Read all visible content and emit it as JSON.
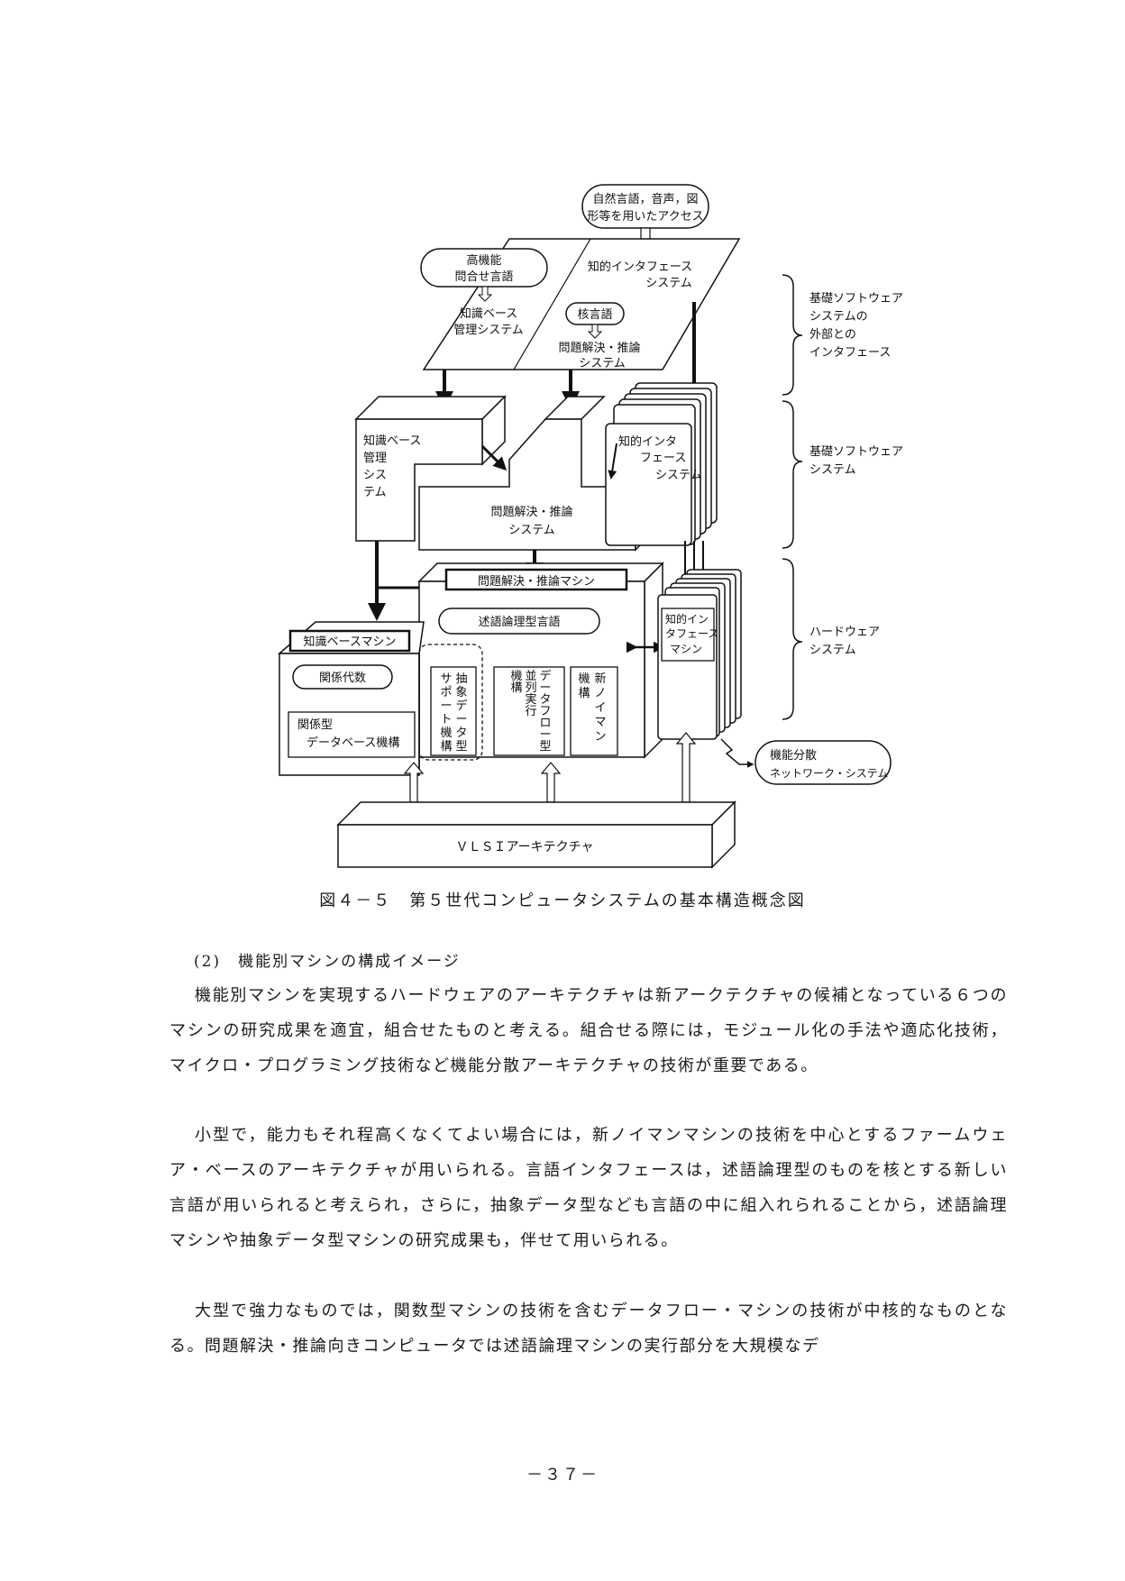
{
  "figure": {
    "access_bubble_l1": "自然言語，音声，図",
    "access_bubble_l2": "形等を用いたアクセス",
    "query_lang_l1": "高機能",
    "query_lang_l2": "問合せ言語",
    "intelligent_if_l1": "知的インタフェース",
    "intelligent_if_l2": "システム",
    "kb_mgmt_l1": "知識ベース",
    "kb_mgmt_l2": "管理システム",
    "kernel_lang": "核言語",
    "ps_inference_l1": "問題解決・推論",
    "ps_inference_l2": "システム",
    "kb_block_l1": "知識ベース",
    "kb_block_l2": "管理",
    "kb_block_l3": "シス",
    "kb_block_l4": "テム",
    "ps_block_l1": "問題解決・推論",
    "ps_block_l2": "システム",
    "ii_block_l1": "知的インタ",
    "ii_block_l2": "フェース",
    "ii_block_l3": "システム",
    "ps_machine": "問題解決・推論マシン",
    "pred_logic_lang": "述語論理型言語",
    "kb_machine": "知識ベースマシン",
    "relational_algebra": "関係代数",
    "rdb_l1": "関係型",
    "rdb_l2": "データベース機構",
    "abstract_dt": [
      "抽象データ型",
      "サポート機構"
    ],
    "dataflow": [
      "データフロー型",
      "並列実行",
      "機構"
    ],
    "neumann": [
      "新ノイマン",
      "機構"
    ],
    "ii_machine_l1": "知的イン",
    "ii_machine_l2": "タフェース",
    "ii_machine_l3": "マシン",
    "dist_l1": "機能分散",
    "dist_l2": "ネットワーク・システム",
    "vlsi": "ＶＬＳＩアーキテクチャ",
    "brace1": [
      "基礎ソフトウェア",
      "システムの",
      "外部との",
      "インタフェース"
    ],
    "brace2": [
      "基礎ソフトウェア",
      "システム"
    ],
    "brace3": [
      "ハードウェア",
      "システム"
    ]
  },
  "caption": "図４－５　第５世代コンピュータシステムの基本構造概念図",
  "section": {
    "heading": "(2)　機能別マシンの構成イメージ",
    "paragraphs": [
      "機能別マシンを実現するハードウェアのアーキテクチャは新アークテクチャの候補となっている６つのマシンの研究成果を適宜，組合せたものと考える。組合せる際には，モジュール化の手法や適応化技術，マイクロ・プログラミング技術など機能分散アーキテクチャの技術が重要である。",
      "小型で，能力もそれ程高くなくてよい場合には，新ノイマンマシンの技術を中心とするファームウェア・ベースのアーキテクチャが用いられる。言語インタフェースは，述語論理型のものを核とする新しい言語が用いられると考えられ，さらに，抽象データ型なども言語の中に組入れられることから，述語論理マシンや抽象データ型マシンの研究成果も，伴せて用いられる。",
      "大型で強力なものでは，関数型マシンの技術を含むデータフロー・マシンの技術が中核的なものとなる。問題解決・推論向きコンピュータでは述語論理マシンの実行部分を大規模なデ"
    ]
  },
  "page_number": "－３７－"
}
